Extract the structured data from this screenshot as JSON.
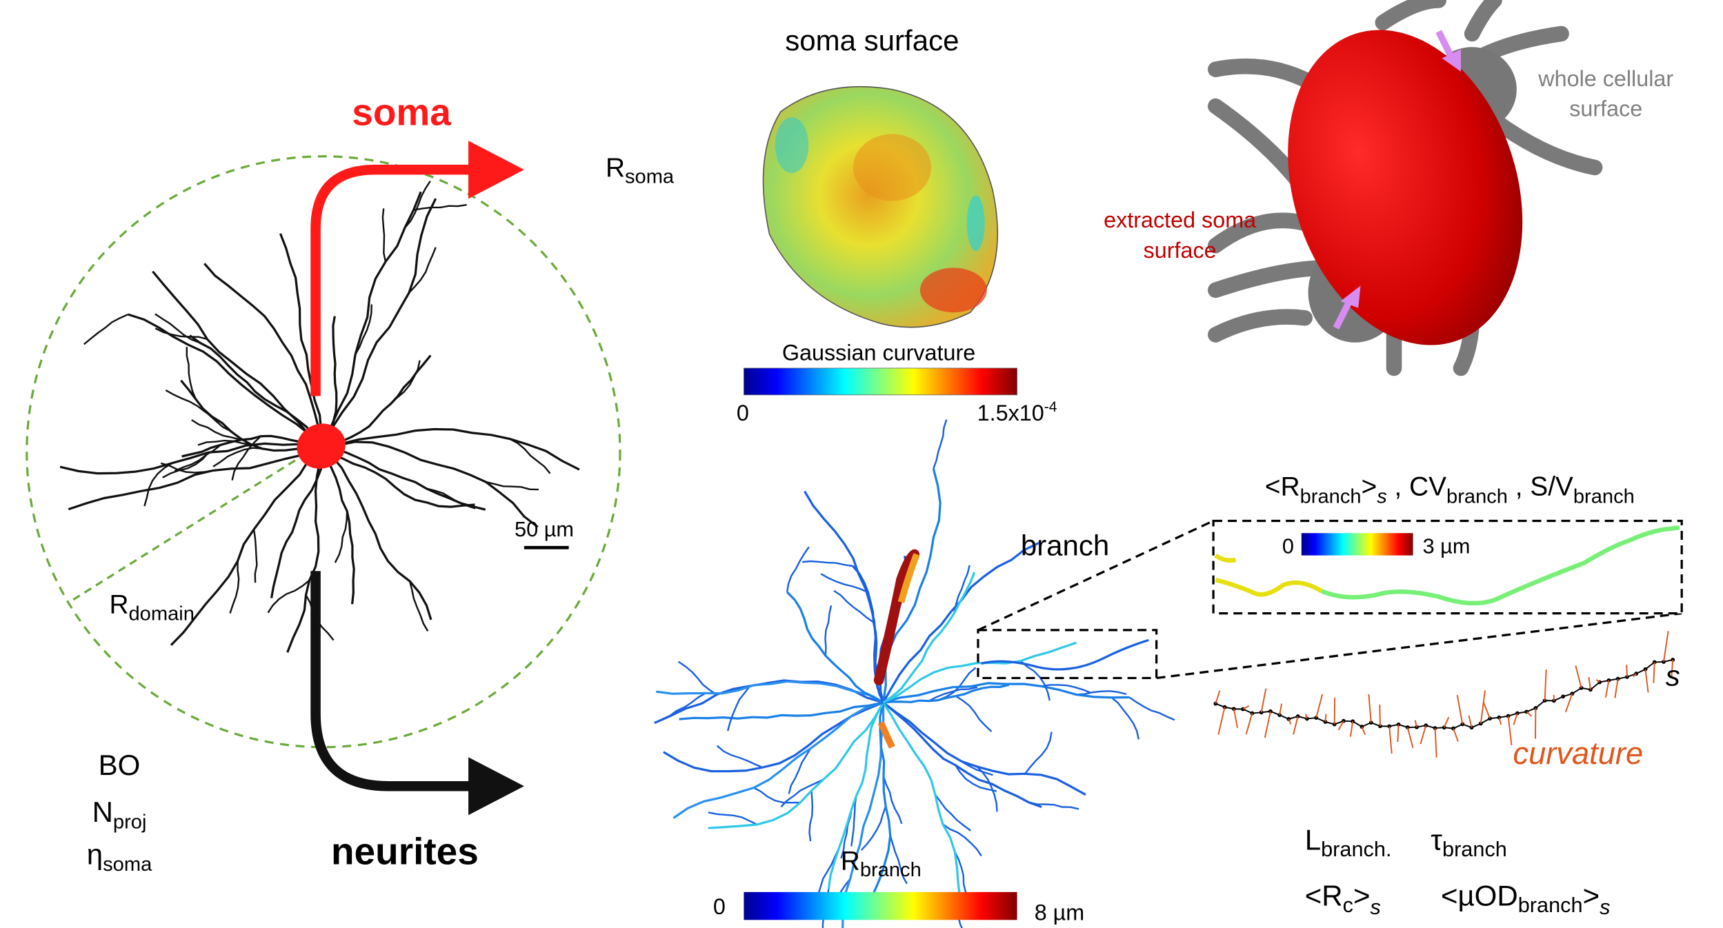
{
  "soma_panel": {
    "soma_label": "soma",
    "r_soma": {
      "base": "R",
      "sub": "soma"
    },
    "neurites_label": "neurites",
    "r_domain": {
      "base": "R",
      "sub": "domain"
    },
    "scale_bar": "50 µm",
    "global_metrics": [
      {
        "base": "BO",
        "sub": ""
      },
      {
        "base": "N",
        "sub": "proj"
      },
      {
        "base": "η",
        "sub": "soma"
      }
    ]
  },
  "soma_surface": {
    "title": "soma surface",
    "colorbar_title": "Gaussian curvature",
    "colorbar_min": "0",
    "colorbar_max_base": "1.5x10",
    "colorbar_max_exp": "-4"
  },
  "render_3d": {
    "whole_label": [
      "whole cellular",
      "surface"
    ],
    "extracted_label": [
      "extracted soma",
      "surface"
    ]
  },
  "branch_panel": {
    "branch_label": "branch",
    "r_branch": {
      "base": "R",
      "sub": "branch"
    },
    "colorbar_min": "0",
    "colorbar_max": "8 µm",
    "inset_colorbar_min": "0",
    "inset_colorbar_max": "3 µm",
    "metrics_top": [
      {
        "pre": "<R",
        "sub": "branch",
        "post": ">",
        "s": "s"
      },
      {
        "pre": " , CV",
        "sub": "branch",
        "post": "",
        "s": ""
      },
      {
        "pre": " , S/V",
        "sub": "branch",
        "post": "",
        "s": ""
      }
    ],
    "s_label": "s",
    "curvature_label": "curvature",
    "l_branch": {
      "base": "L",
      "sub": "branch."
    },
    "tau_branch": {
      "base": "τ",
      "sub": "branch"
    },
    "rc": {
      "pre": "<R",
      "sub": "c",
      "post": ">",
      "s": "s"
    },
    "muod": {
      "pre": "<µOD",
      "sub": "branch",
      "post": ">",
      "s": "s"
    }
  },
  "colors": {
    "soma_red": "#ff1a1a",
    "extracted_red": "#c00000",
    "domain_green": "#6aaa3a",
    "curvature_orange": "#e0561c",
    "gray_label": "#808080",
    "arrow_pink": "#d68cf0"
  }
}
